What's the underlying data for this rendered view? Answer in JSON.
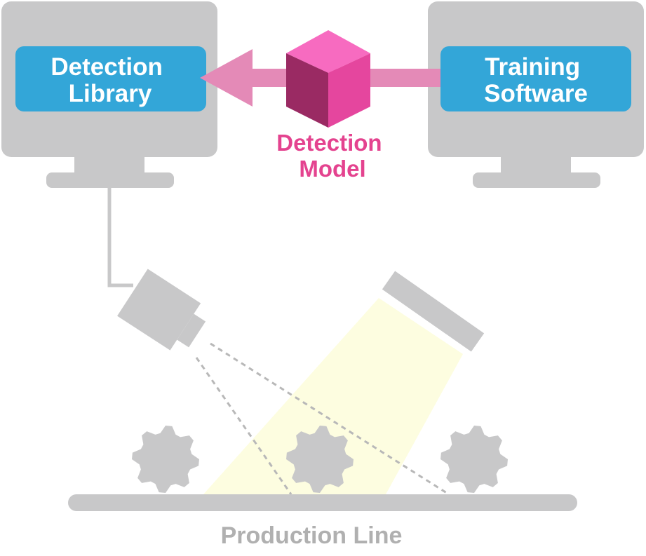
{
  "monitors": {
    "left": {
      "label_line1": "Detection",
      "label_line2": "Library"
    },
    "right": {
      "label_line1": "Training",
      "label_line2": "Software"
    }
  },
  "model": {
    "label_line1": "Detection",
    "label_line2": "Model"
  },
  "production_line": {
    "label": "Production Line"
  },
  "colors": {
    "gray": "#c8c8c9",
    "label_box": "#33a6d8",
    "pink": "#e4438f",
    "arrow_pink": "#e48ab7",
    "cube_top": "#f76bc0",
    "cube_front": "#9a2a63",
    "cube_right": "#e5469e",
    "light_beam": "#fdfde0",
    "production_text": "#b0b0b0"
  },
  "icons": [
    "monitor-icon",
    "cube-icon",
    "camera-icon",
    "light-icon",
    "gear-icon"
  ]
}
